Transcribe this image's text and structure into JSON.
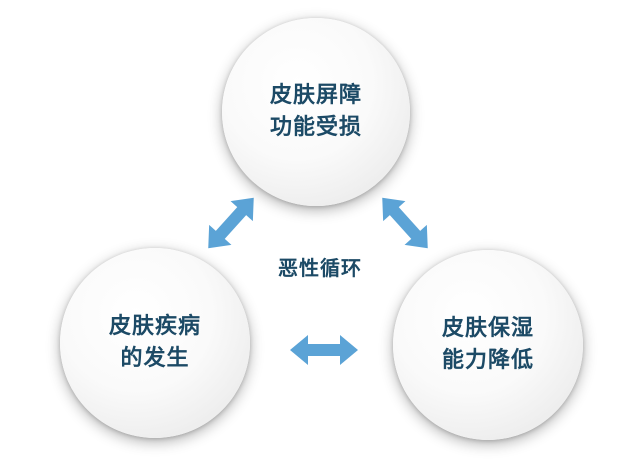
{
  "center": {
    "label": "恶性循环"
  },
  "nodes": {
    "top": {
      "line1": "皮肤屏障",
      "line2": "功能受损"
    },
    "left": {
      "line1": "皮肤疾病",
      "line2": "的发生"
    },
    "right": {
      "line1": "皮肤保湿",
      "line2": "能力降低"
    }
  },
  "colors": {
    "arrow": "#5ba3d6",
    "text": "#1c4a66"
  },
  "icons": {
    "arrows": [
      "double-arrow-icon",
      "double-arrow-icon",
      "double-arrow-icon"
    ]
  }
}
